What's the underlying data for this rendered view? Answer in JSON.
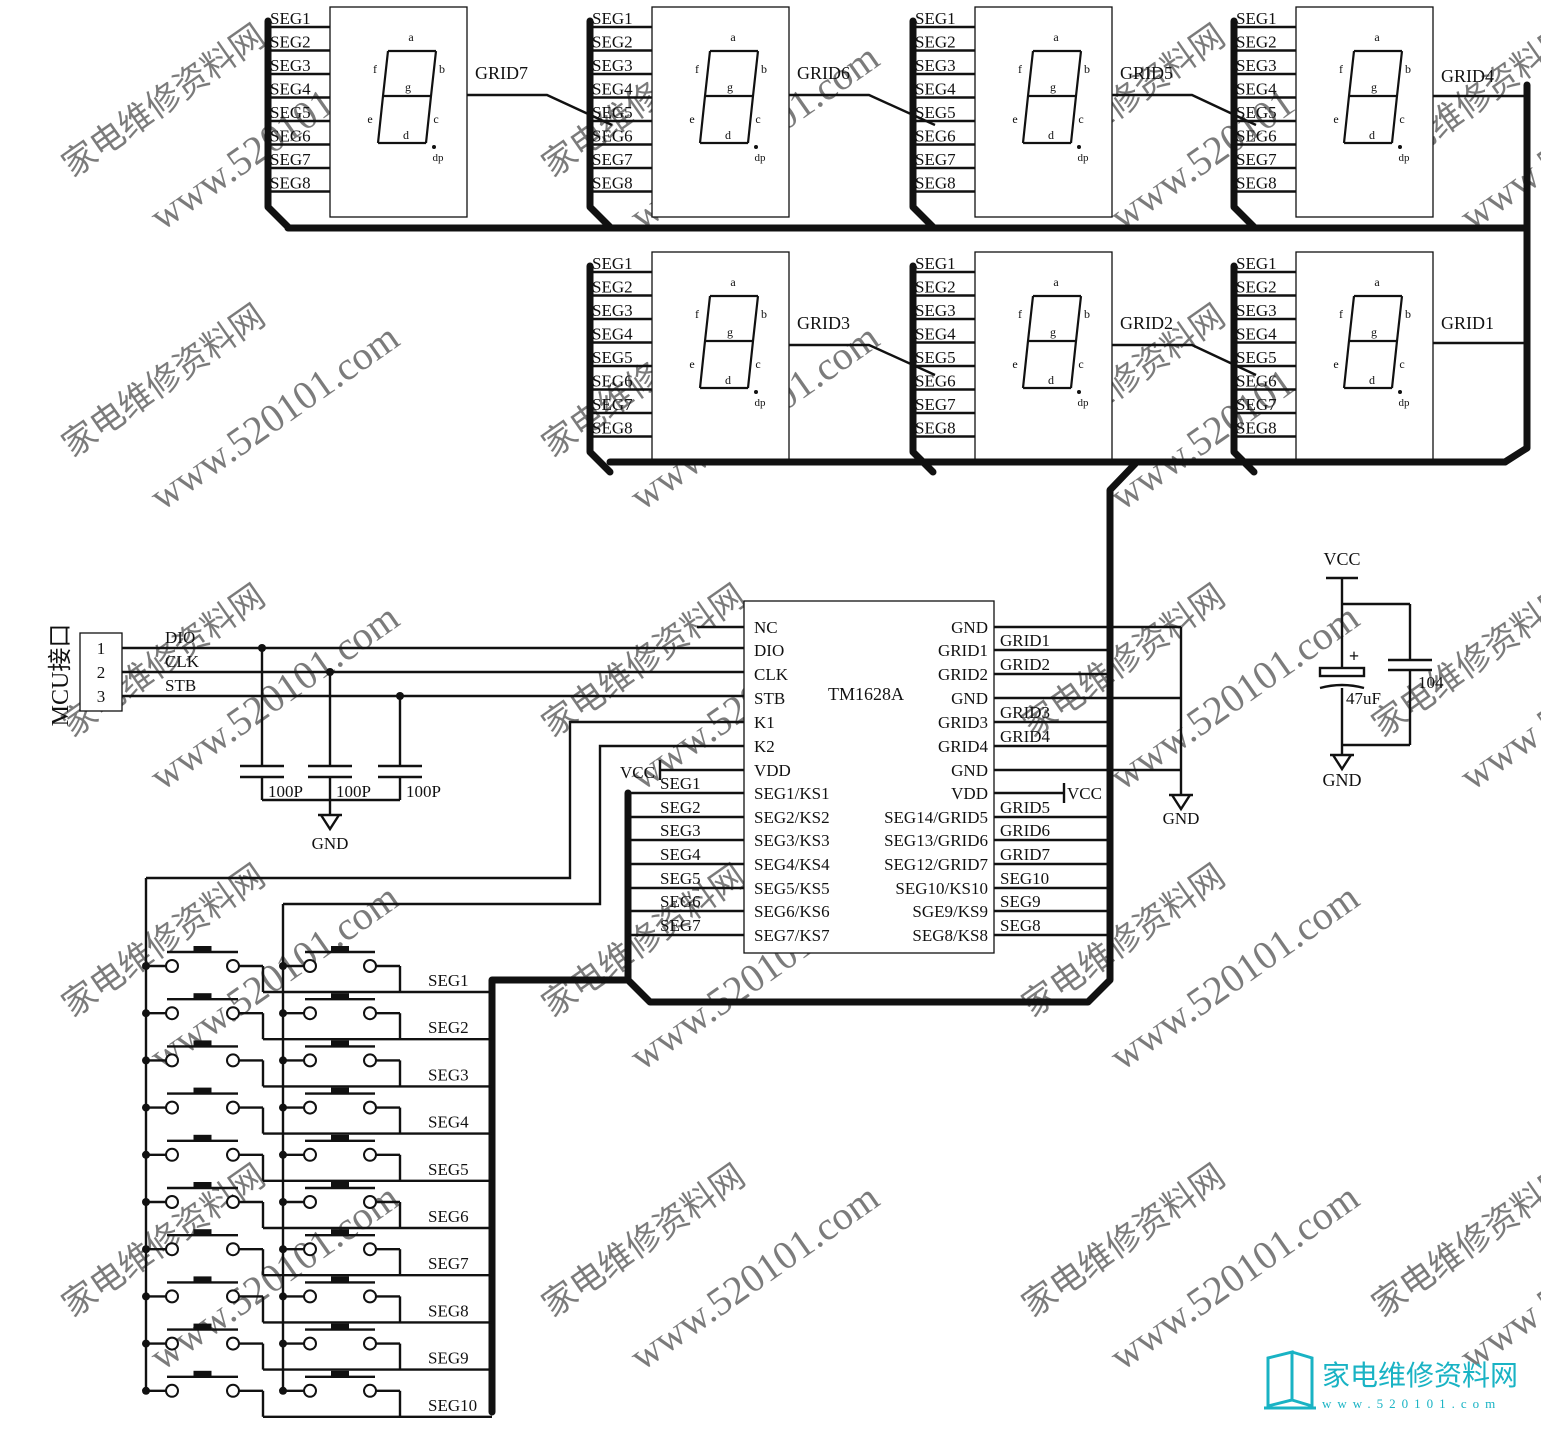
{
  "display": {
    "pin_labels": [
      "SEG1",
      "SEG2",
      "SEG3",
      "SEG4",
      "SEG5",
      "SEG6",
      "SEG7",
      "SEG8"
    ],
    "segment_pins": [
      "a",
      "b",
      "c",
      "d",
      "e",
      "f",
      "g",
      "dp"
    ],
    "segment_letters": [
      "a",
      "b",
      "c",
      "d",
      "e",
      "f",
      "g",
      "dp"
    ],
    "digits": [
      {
        "grid": "GRID7"
      },
      {
        "grid": "GRID6"
      },
      {
        "grid": "GRID5"
      },
      {
        "grid": "GRID4"
      },
      {
        "grid": "GRID3"
      },
      {
        "grid": "GRID2"
      },
      {
        "grid": "GRID1"
      }
    ]
  },
  "mcu": {
    "title": "MCU接口",
    "pins": [
      "1",
      "2",
      "3"
    ],
    "signals": [
      "DIO",
      "CLK",
      "STB"
    ]
  },
  "filter_caps": [
    "100P",
    "100P",
    "100P"
  ],
  "ground_label": "GND",
  "vcc_label": "VCC",
  "ic": {
    "name": "TM1628A",
    "left_pins": [
      "NC",
      "DIO",
      "CLK",
      "STB",
      "K1",
      "K2",
      "VDD",
      "SEG1/KS1",
      "SEG2/KS2",
      "SEG3/KS3",
      "SEG4/KS4",
      "SEG5/KS5",
      "SEG6/KS6",
      "SEG7/KS7"
    ],
    "right_pins": [
      "GND",
      "GRID1",
      "GRID2",
      "GND",
      "GRID3",
      "GRID4",
      "GND",
      "VDD",
      "SEG14/GRID5",
      "SEG13/GRID6",
      "SEG12/GRID7",
      "SEG10/KS10",
      "SGE9/KS9",
      "SEG8/KS8"
    ],
    "left_wire_labels": [
      "SEG1",
      "SEG2",
      "SEG3",
      "SEG4",
      "SEG5",
      "SEG6",
      "SEG7"
    ],
    "right_wire_labels": [
      "GRID1",
      "GRID2",
      "GRID3",
      "GRID4",
      "GRID5",
      "GRID6",
      "GRID7",
      "SEG10",
      "SEG9",
      "SEG8"
    ]
  },
  "power": {
    "vcc": "VCC",
    "gnd": "GND",
    "electrolytic": "47uF",
    "ceramic": "104",
    "plus_sign": "+"
  },
  "keys": {
    "row_labels": [
      "SEG1",
      "SEG2",
      "SEG3",
      "SEG4",
      "SEG5",
      "SEG6",
      "SEG7",
      "SEG8",
      "SEG9",
      "SEG10"
    ]
  },
  "watermark": {
    "cn": "家电维修资料网",
    "url": "www.520101.com",
    "logo_cn": "家电维修资料网",
    "logo_url": "www.520101.com"
  }
}
